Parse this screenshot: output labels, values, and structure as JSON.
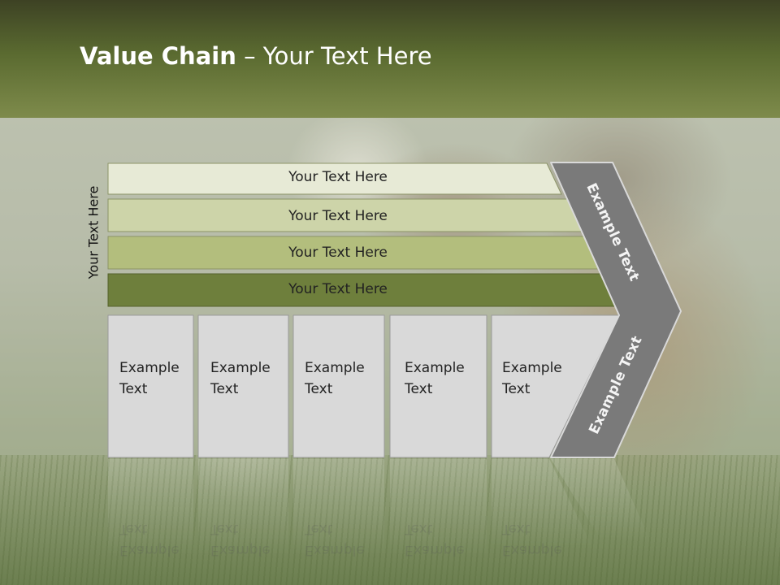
{
  "slide": {
    "title_bold": "Value Chain",
    "title_rest": " – Your Text Here",
    "side_label": "Your Text Here",
    "bars": [
      {
        "label": "Your Text Here",
        "color": "#e7ead6"
      },
      {
        "label": "Your Text Here",
        "color": "#cdd4a9"
      },
      {
        "label": "Your Text Here",
        "color": "#b3be7d"
      },
      {
        "label": "Your Text Here",
        "color": "#6e7f3c"
      }
    ],
    "boxes": [
      {
        "line1": "Example",
        "line2": "Text"
      },
      {
        "line1": "Example",
        "line2": "Text"
      },
      {
        "line1": "Example",
        "line2": "Text"
      },
      {
        "line1": "Example",
        "line2": "Text"
      },
      {
        "line1": "Example",
        "line2": "Text"
      }
    ],
    "chevron_top": "Example Text",
    "chevron_bottom": "Example Text",
    "colors": {
      "header_dark": "#3d4224",
      "header_light": "#7e8b4b",
      "chevron": "#7a7a7a",
      "box": "#d9d9d9"
    }
  }
}
